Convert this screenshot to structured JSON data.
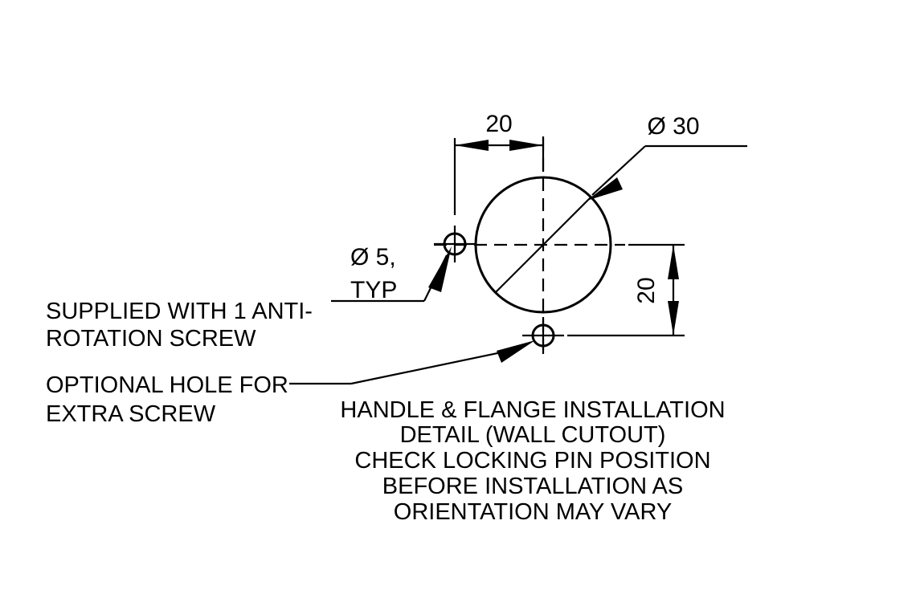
{
  "drawing": {
    "type": "engineering-detail-drawing",
    "background_color": "#ffffff",
    "line_color": "#000000",
    "units_note": "millimeters (implied)",
    "dimensions": {
      "horizontal_offset": "20",
      "vertical_offset": "20",
      "main_bore_diameter": "Ø 30",
      "screw_hole_diameter_line1": "Ø 5,",
      "screw_hole_diameter_line2": "TYP"
    },
    "notes": {
      "anti_rotation": {
        "line1": "SUPPLIED WITH 1 ANTI-",
        "line2": "ROTATION SCREW"
      },
      "optional_hole": {
        "line1": "OPTIONAL HOLE FOR",
        "line2": "EXTRA SCREW"
      }
    },
    "title_block": {
      "line1": "HANDLE & FLANGE INSTALLATION",
      "line2": "DETAIL (WALL CUTOUT)",
      "line3": "CHECK LOCKING PIN POSITION",
      "line4": "BEFORE INSTALLATION AS",
      "line5": "ORIENTATION MAY VARY"
    },
    "features": {
      "main_circle_label": "main-bore-circle",
      "left_hole_label": "anti-rotation-screw-hole",
      "bottom_hole_label": "optional-screw-hole"
    }
  }
}
